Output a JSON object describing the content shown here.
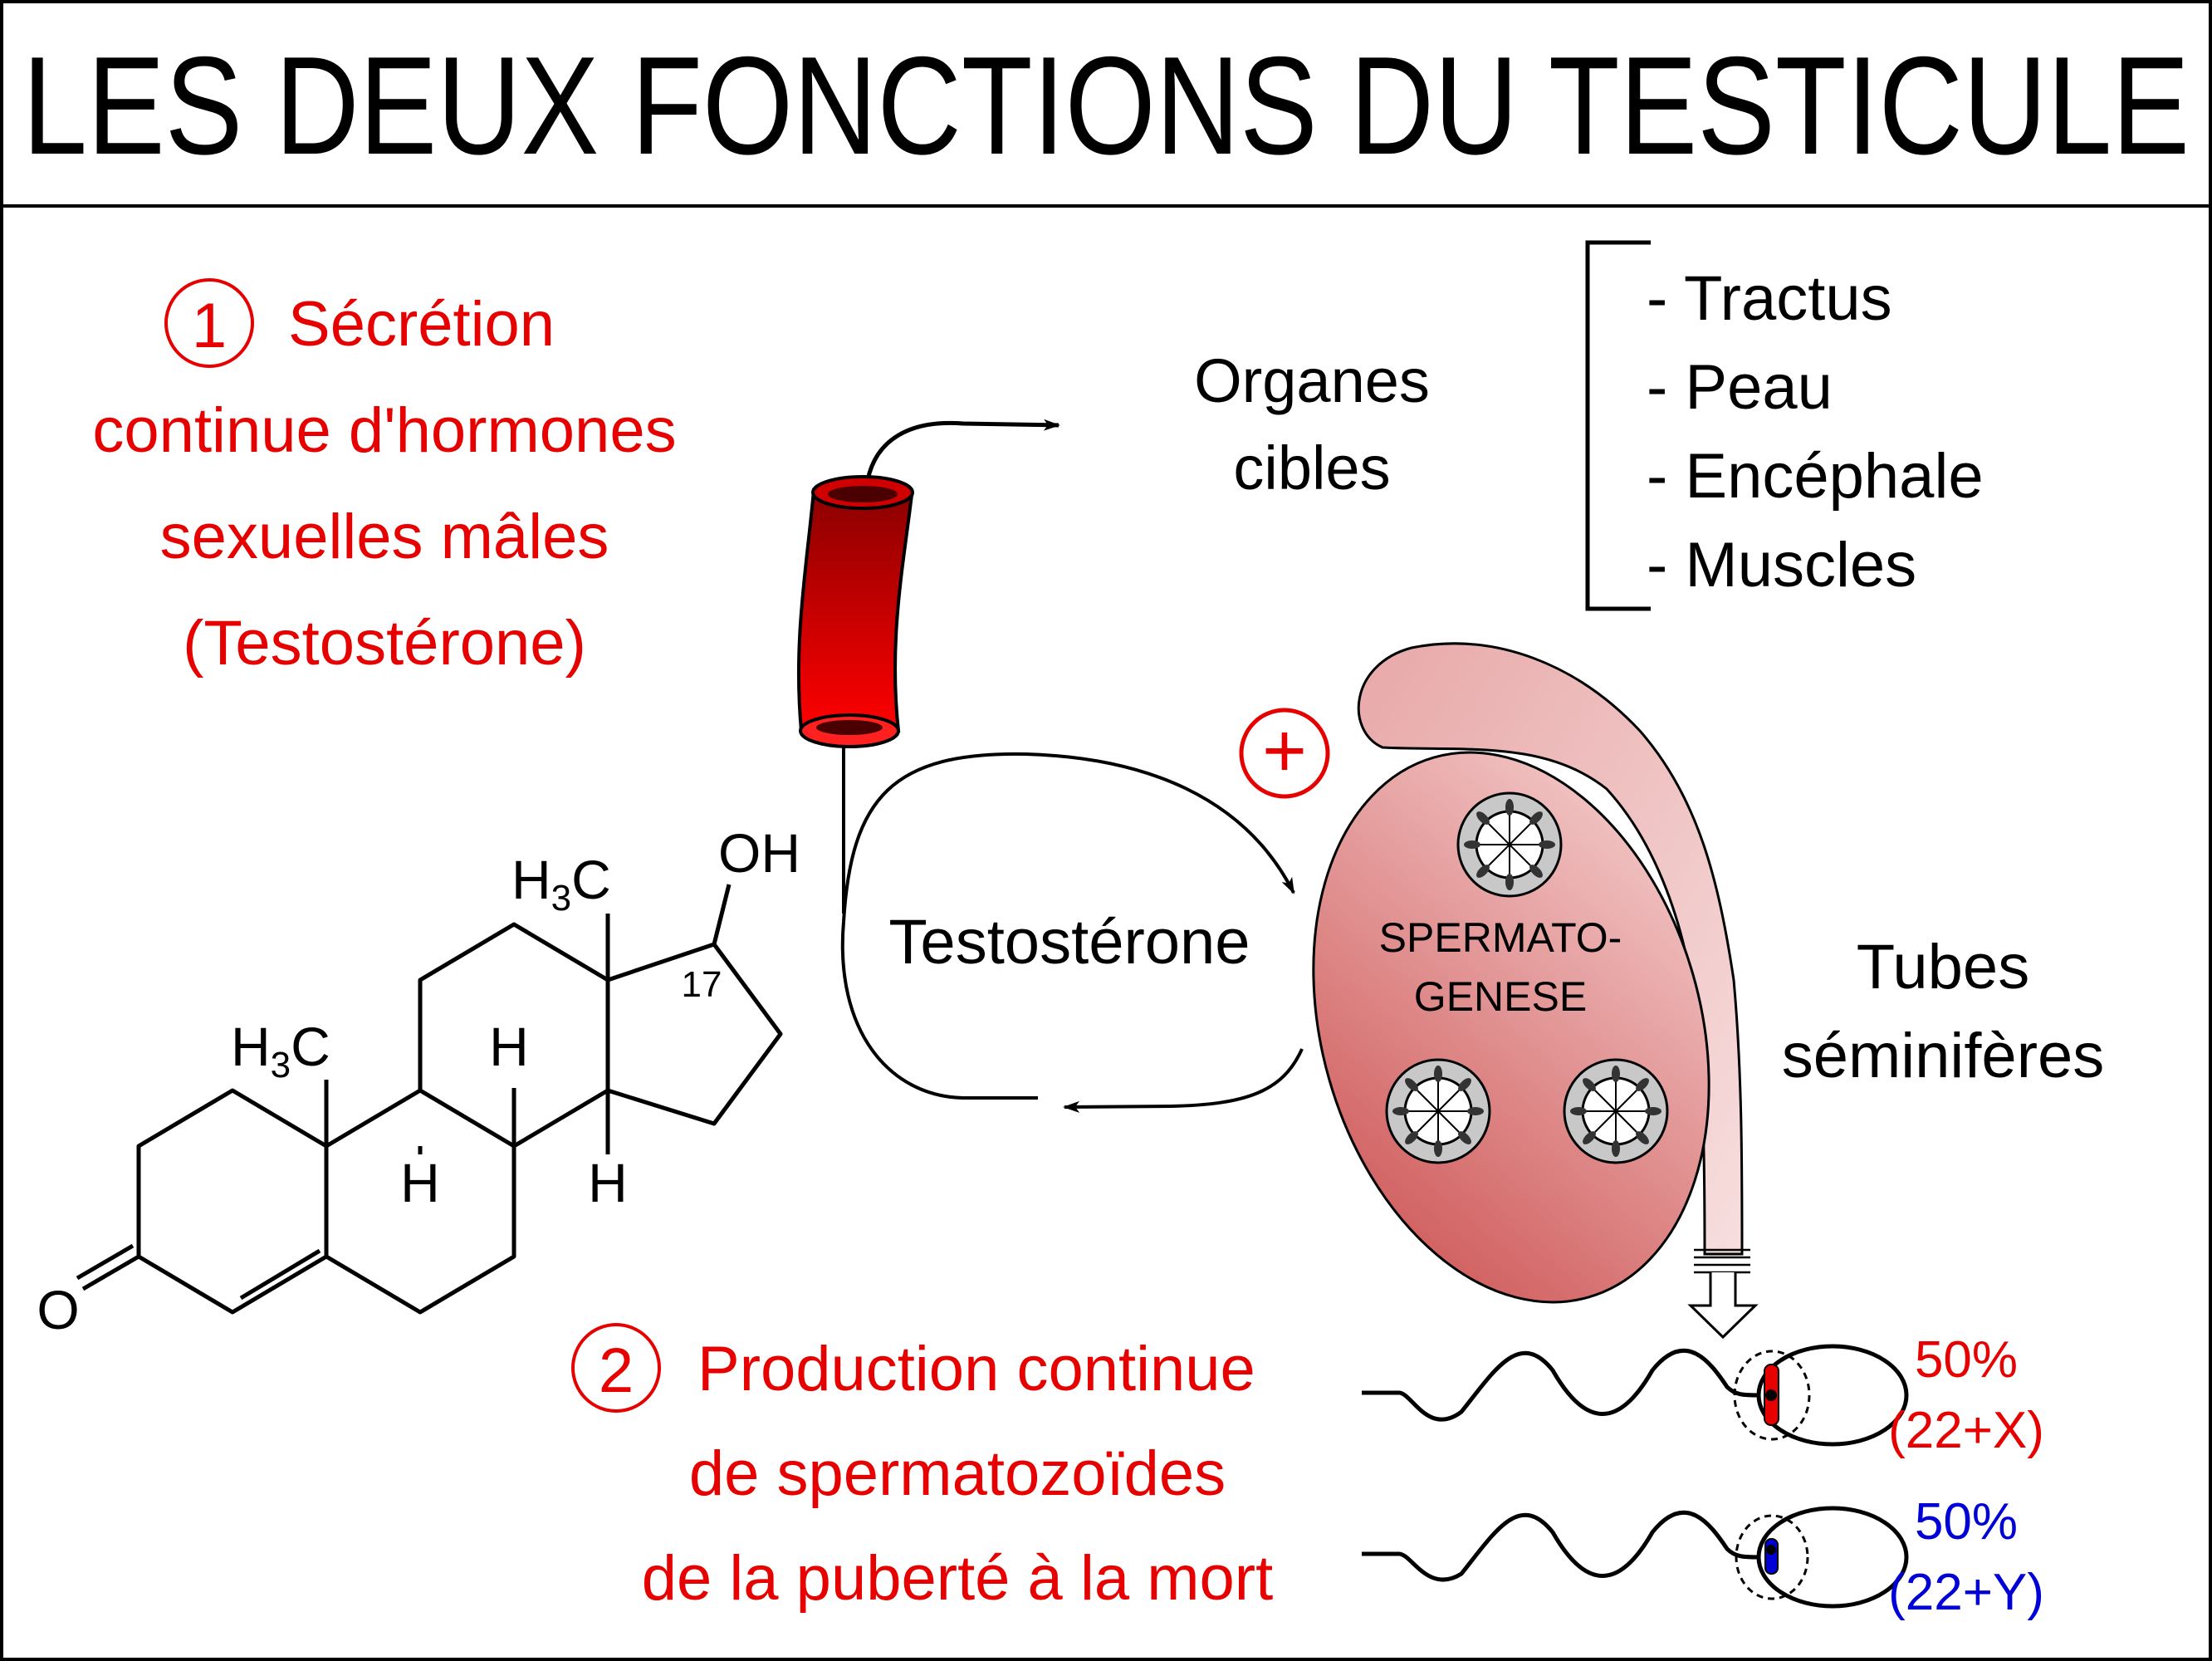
{
  "title": "LES DEUX FONCTIONS DU TESTICULE",
  "function1": {
    "number": "1",
    "lines": [
      "Sécrétion",
      "continue d'hormones",
      "sexuelles mâles",
      "(Testostérone)"
    ]
  },
  "function2": {
    "number": "2",
    "lines": [
      "Production continue",
      "de spermatozoïdes",
      "de la puberté à la mort"
    ]
  },
  "targets": {
    "heading_lines": [
      "Organes",
      "cibles"
    ],
    "items": [
      "- Tractus",
      "- Peau",
      "- Encéphale",
      "- Muscles"
    ]
  },
  "cycle_label": "Testostérone",
  "plus_symbol": "+",
  "testis_label_lines": [
    "SPERMATO-",
    "GENESE"
  ],
  "tubes_label_lines": [
    "Tubes",
    "séminifères"
  ],
  "molecule": {
    "oh": "OH",
    "h3c_top": "H3C",
    "h3c_left": "H3C",
    "h_labels": [
      "H",
      "H",
      "H"
    ],
    "carbon_number": "17",
    "oxygen": "O"
  },
  "sperm": [
    {
      "percent": "50%",
      "karyotype": "(22+X)",
      "chromosome": "X",
      "color": "#e60000"
    },
    {
      "percent": "50%",
      "karyotype": "(22+Y)",
      "chromosome": "Y",
      "color": "#0000d6"
    }
  ],
  "colors": {
    "accent_red": "#e60000",
    "accent_blue": "#0000d6",
    "vessel_red": "#d10000",
    "testis_pink": "#d97777",
    "epididymis_pink": "#ebb0b0"
  }
}
